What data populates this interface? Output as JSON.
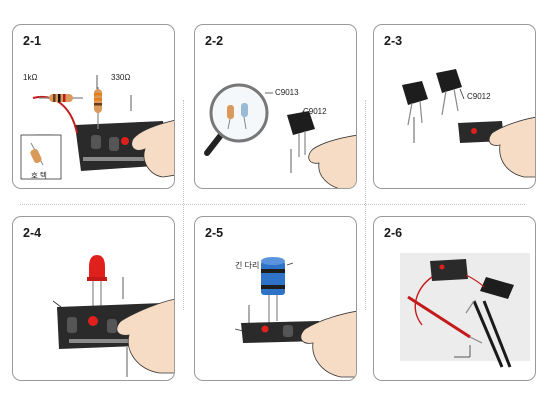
{
  "panels": [
    {
      "step": "2-1",
      "labels": {
        "r1": "1kΩ",
        "r2": "330Ω",
        "box": "호 텍"
      }
    },
    {
      "step": "2-2",
      "labels": {
        "t1": "C9013",
        "t2": "C9012"
      }
    },
    {
      "step": "2-3",
      "labels": {
        "t2": "C9012"
      }
    },
    {
      "step": "2-4"
    },
    {
      "step": "2-5",
      "labels": {
        "cap": "긴 다리"
      }
    },
    {
      "step": "2-6"
    }
  ],
  "colors": {
    "border": "#9a9a9a",
    "board": "#2a2a2a",
    "led": "#e0201c",
    "capacitor": "#2f73c9",
    "skin": "#f6dcc4",
    "probe_red": "#c41a1a",
    "probe_black": "#1a1a1a"
  }
}
